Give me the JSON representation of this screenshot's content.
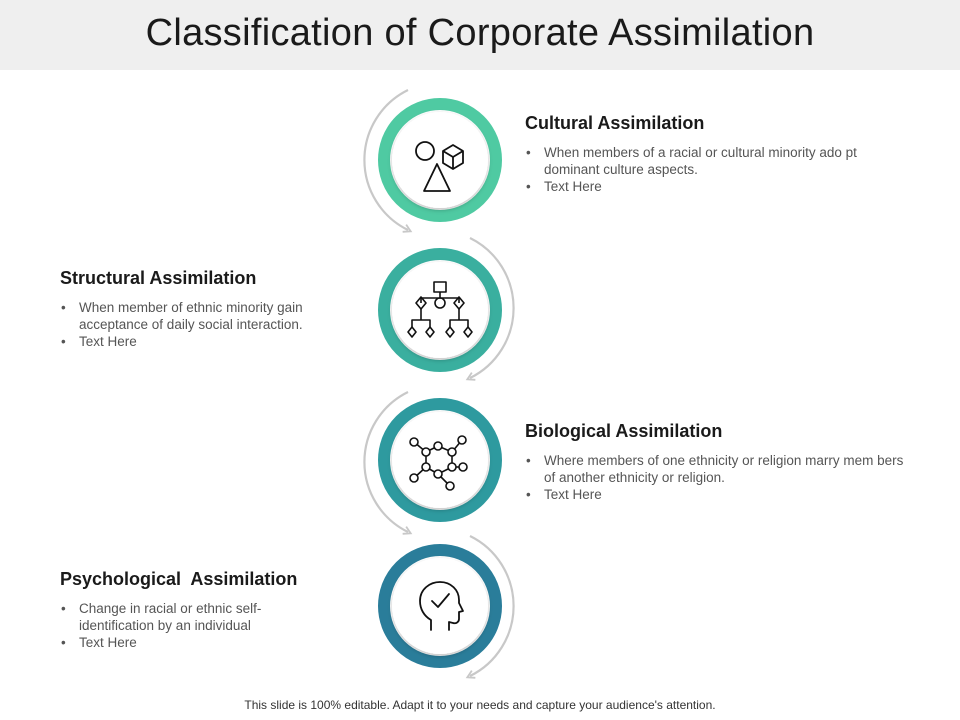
{
  "header": {
    "title": "Classification of Corporate Assimilation"
  },
  "colors": {
    "circle_1": "#4fcaa2",
    "circle_2": "#3aaf9f",
    "circle_3": "#2e9a9f",
    "circle_4": "#2a7d9a",
    "arrow": "#c8c8c8",
    "icon_stroke": "#111111"
  },
  "items": [
    {
      "title": "Cultural Assimilation",
      "icon": "shapes-icon",
      "bullets": [
        "When members of a racial or cultural minority ado pt dominant culture aspects.",
        "Text Here"
      ]
    },
    {
      "title": "Structural Assimilation",
      "icon": "hierarchy-icon",
      "bullets": [
        "When member of ethnic minority gain acceptance of daily social interaction.",
        "Text Here"
      ]
    },
    {
      "title": "Biological Assimilation",
      "icon": "molecule-network-icon",
      "bullets": [
        "Where members of one ethnicity or religion marry mem bers of another ethnicity or religion.",
        "Text Here"
      ]
    },
    {
      "title": "Psychological  Assimilation",
      "icon": "head-checkmark-icon",
      "bullets": [
        "Change in racial or ethnic self-identification by an individual",
        "Text Here"
      ]
    }
  ],
  "footer": {
    "text": "This slide is 100% editable. Adapt it to your needs and capture your audience's attention."
  }
}
